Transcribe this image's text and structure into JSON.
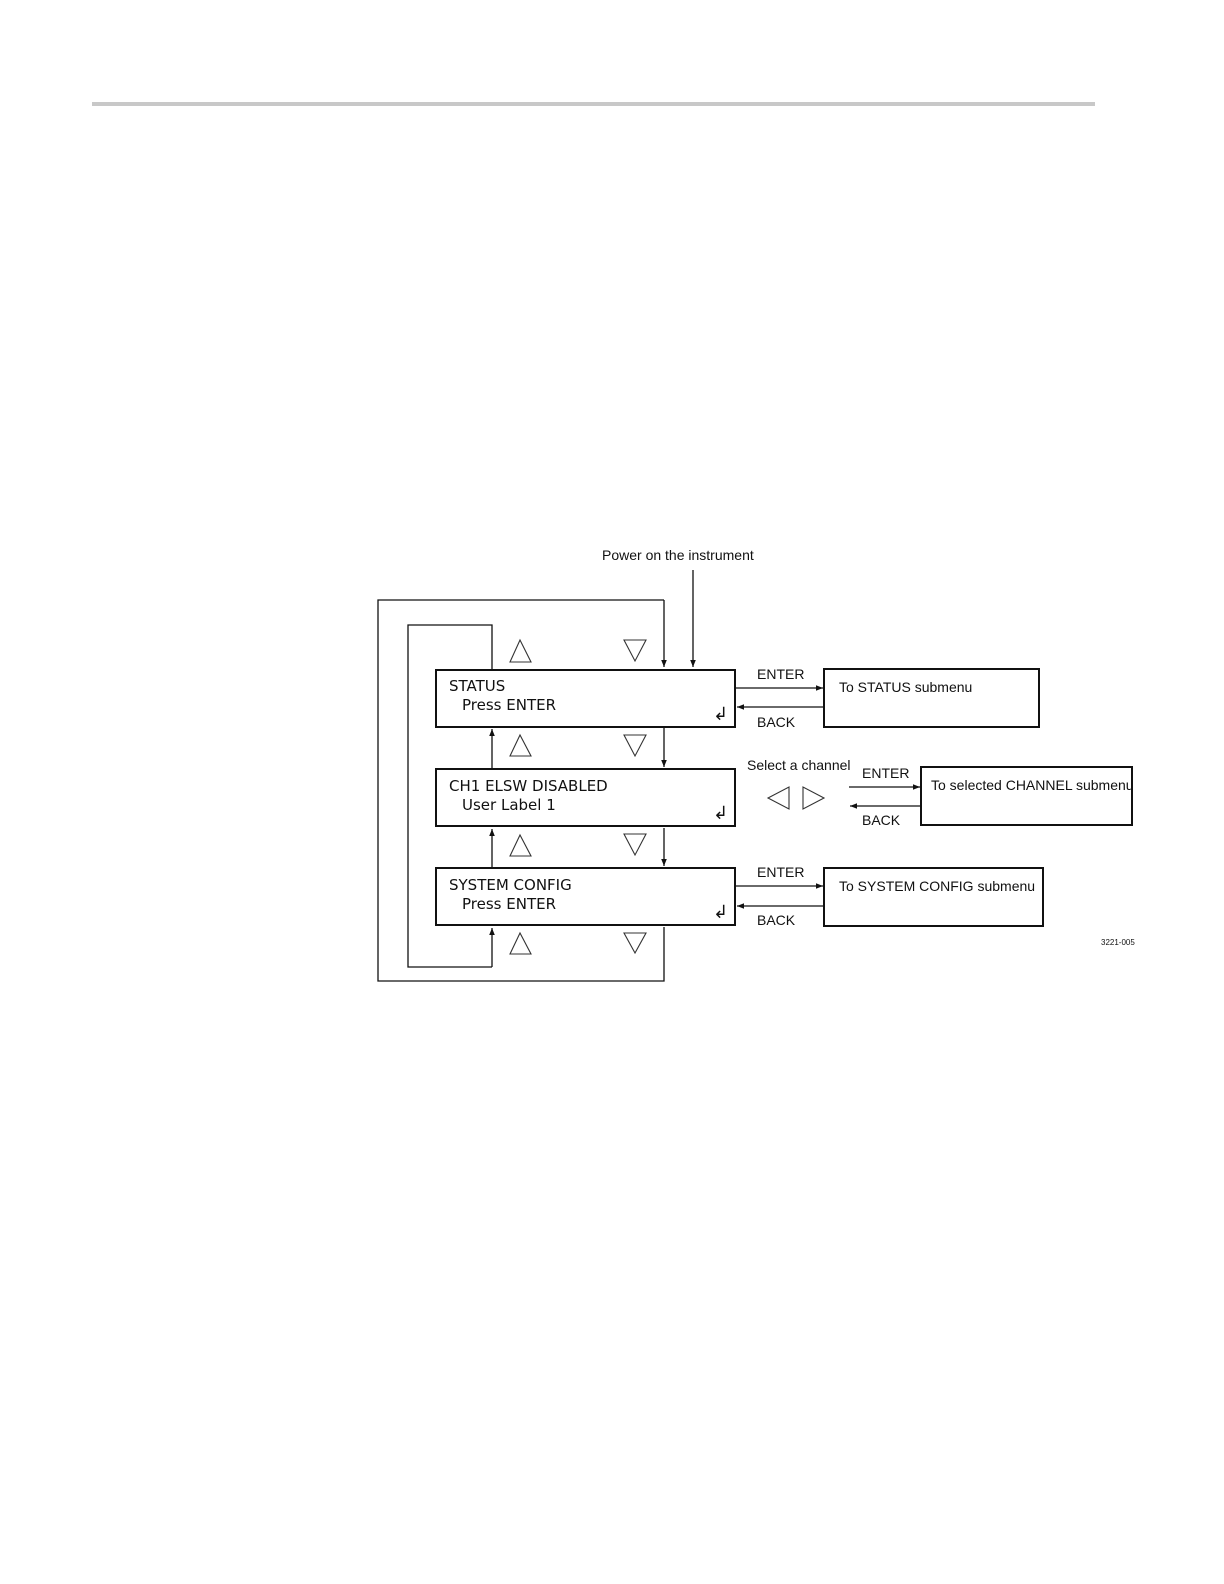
{
  "diagram": {
    "entry_label": "Power on the instrument",
    "menus": [
      {
        "line1": "STATUS",
        "line2": "Press ENTER",
        "show_enter_icon": true
      },
      {
        "line1": "CH1 ELSW DISABLED",
        "line2": "User Label 1",
        "show_enter_icon": true
      },
      {
        "line1": "SYSTEM CONFIG",
        "line2": "Press ENTER",
        "show_enter_icon": true
      }
    ],
    "submenus": [
      {
        "label": "To STATUS submenu",
        "enter": "ENTER",
        "back": "BACK"
      },
      {
        "label": "To selected CHANNEL submenu",
        "enter": "ENTER",
        "back": "BACK"
      },
      {
        "label": "To SYSTEM CONFIG submenu",
        "enter": "ENTER",
        "back": "BACK"
      }
    ],
    "select_label": "Select a channel",
    "enter_glyph": "↲",
    "figure_id": "3221-005"
  }
}
